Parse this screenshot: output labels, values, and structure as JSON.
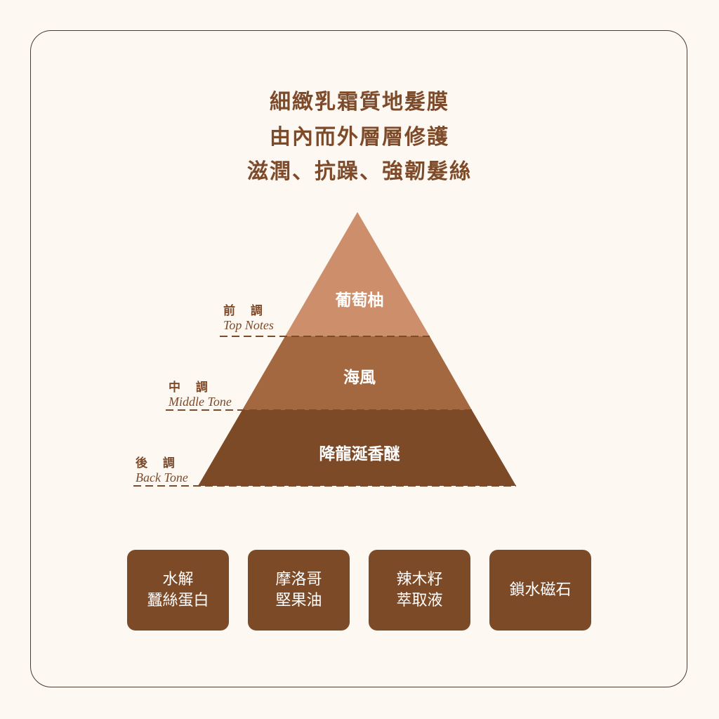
{
  "headline": [
    "細緻乳霜質地髮膜",
    "由內而外層層修護",
    "滋潤、抗躁、強韌髮絲"
  ],
  "pyramid": {
    "top": {
      "zh": "前 調",
      "en": "Top Notes",
      "ingredient": "葡萄柚"
    },
    "middle": {
      "zh": "中 調",
      "en": "Middle Tone",
      "ingredient": "海風"
    },
    "base": {
      "zh": "後 調",
      "en": "Back Tone",
      "ingredient": "降龍涎香醚"
    }
  },
  "ingredients": [
    {
      "line1": "水解",
      "line2": "蠶絲蛋白"
    },
    {
      "line1": "摩洛哥",
      "line2": "堅果油"
    },
    {
      "line1": "辣木籽",
      "line2": "萃取液"
    },
    {
      "line1": "鎖水磁石",
      "line2": ""
    }
  ],
  "colors": {
    "text": "#7d4a2a",
    "top": "#cd8e6b",
    "middle": "#a46841",
    "base": "#7d4a27",
    "background": "#fdf8f2"
  }
}
